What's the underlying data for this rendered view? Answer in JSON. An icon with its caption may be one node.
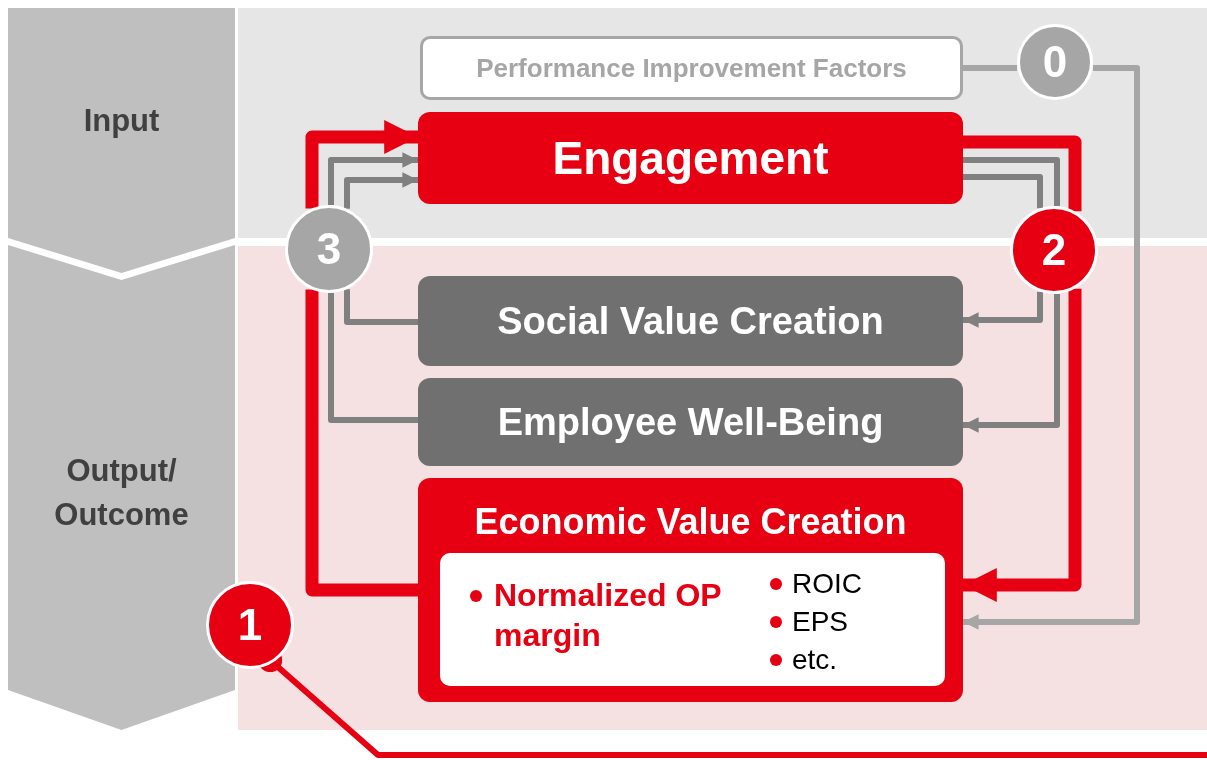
{
  "diagram": {
    "nodes": [
      {
        "text": [
          "Input"
        ]
      },
      {
        "text": [
          "Output/ Outcome"
        ]
      },
      {
        "text": [
          "Performance Improvement Factors"
        ]
      },
      {
        "text": [
          "0"
        ]
      },
      {
        "text": [
          "Engagement"
        ]
      },
      {
        "text": [
          "3"
        ]
      },
      {
        "text": [
          "2"
        ]
      },
      {
        "text": [
          "Social Value Creation"
        ]
      },
      {
        "text": [
          "Employee Well-Being"
        ]
      },
      {
        "text": [
          "Economic Value Creation"
        ]
      },
      {
        "text": [
          "Normalized OP margin",
          "ROIC",
          "EPS",
          "etc."
        ],
        "in": 9
      },
      {
        "text": [
          "1"
        ]
      }
    ],
    "edges": [
      {
        "from": 2,
        "to": 3,
        "arrow": "none",
        "color": "#a6a6a6"
      },
      {
        "from": 3,
        "to": 9,
        "arrow": "to",
        "color": "#a6a6a6"
      },
      {
        "from": 4,
        "to": 6,
        "arrow": "none",
        "style": "thick",
        "color": "#e60012"
      },
      {
        "from": 4,
        "to": 6,
        "arrow": "none"
      },
      {
        "from": 4,
        "to": 6,
        "arrow": "none"
      },
      {
        "from": 6,
        "to": 9,
        "arrow": "to",
        "style": "thick",
        "color": "#e60012"
      },
      {
        "from": 6,
        "to": 8,
        "arrow": "to"
      },
      {
        "from": 6,
        "to": 7,
        "arrow": "to"
      },
      {
        "from": 9,
        "to": 5,
        "arrow": "none",
        "style": "thick",
        "color": "#e60012"
      },
      {
        "from": 8,
        "to": 5,
        "arrow": "none"
      },
      {
        "from": 7,
        "to": 5,
        "arrow": "none"
      },
      {
        "from": 5,
        "to": 4,
        "arrow": "to",
        "style": "thick",
        "color": "#e60012"
      },
      {
        "from": 5,
        "to": 4,
        "arrow": "to"
      },
      {
        "from": 5,
        "to": 4,
        "arrow": "to"
      },
      {
        "from": 11,
        "to": null,
        "arrow": "other",
        "color": "#e60012"
      }
    ]
  }
}
